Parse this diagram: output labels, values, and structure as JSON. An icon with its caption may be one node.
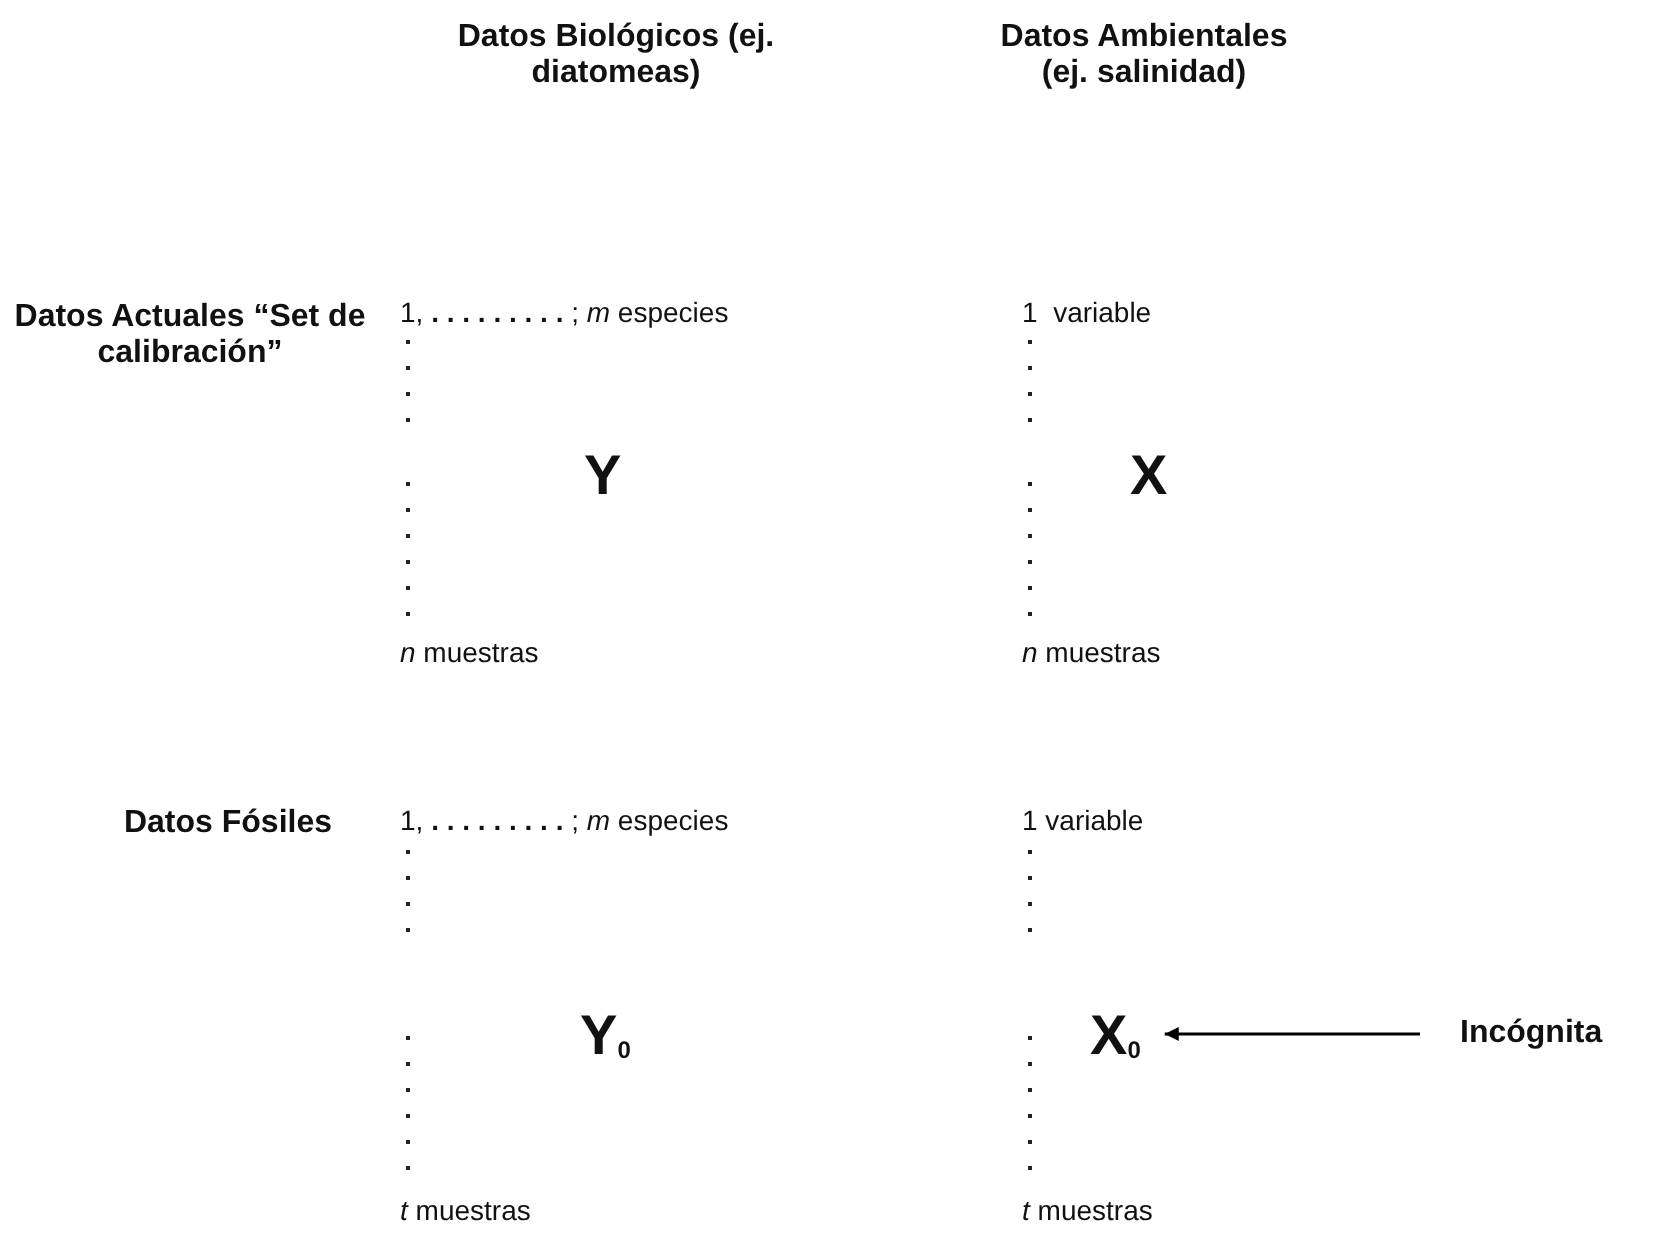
{
  "diagram": {
    "nodes": [
      {
        "text": [
          "X$_{0}$"
        ]
      },
      {
        "text": [
          "Incógnita"
        ]
      }
    ],
    "edges": [
      {
        "from": 1,
        "to": 0,
        "arrow": "to"
      }
    ],
    "labels": [
      "Datos Biológicos (ej. diatomeas)",
      "Datos Ambientales (ej. salinidad)",
      "Datos Actuales “Set de calibración”",
      "1, **. . . . . . . . .** ; *m* especies",
      "1  variable",
      "Y",
      "X",
      "*n* muestras",
      "*n* muestras",
      "Datos Fósiles",
      "1, **. . . . . . . . .** ; *m* especies",
      "1 variable",
      "Y$_{0}$",
      "*t* muestras",
      "*t* muestras"
    ]
  }
}
